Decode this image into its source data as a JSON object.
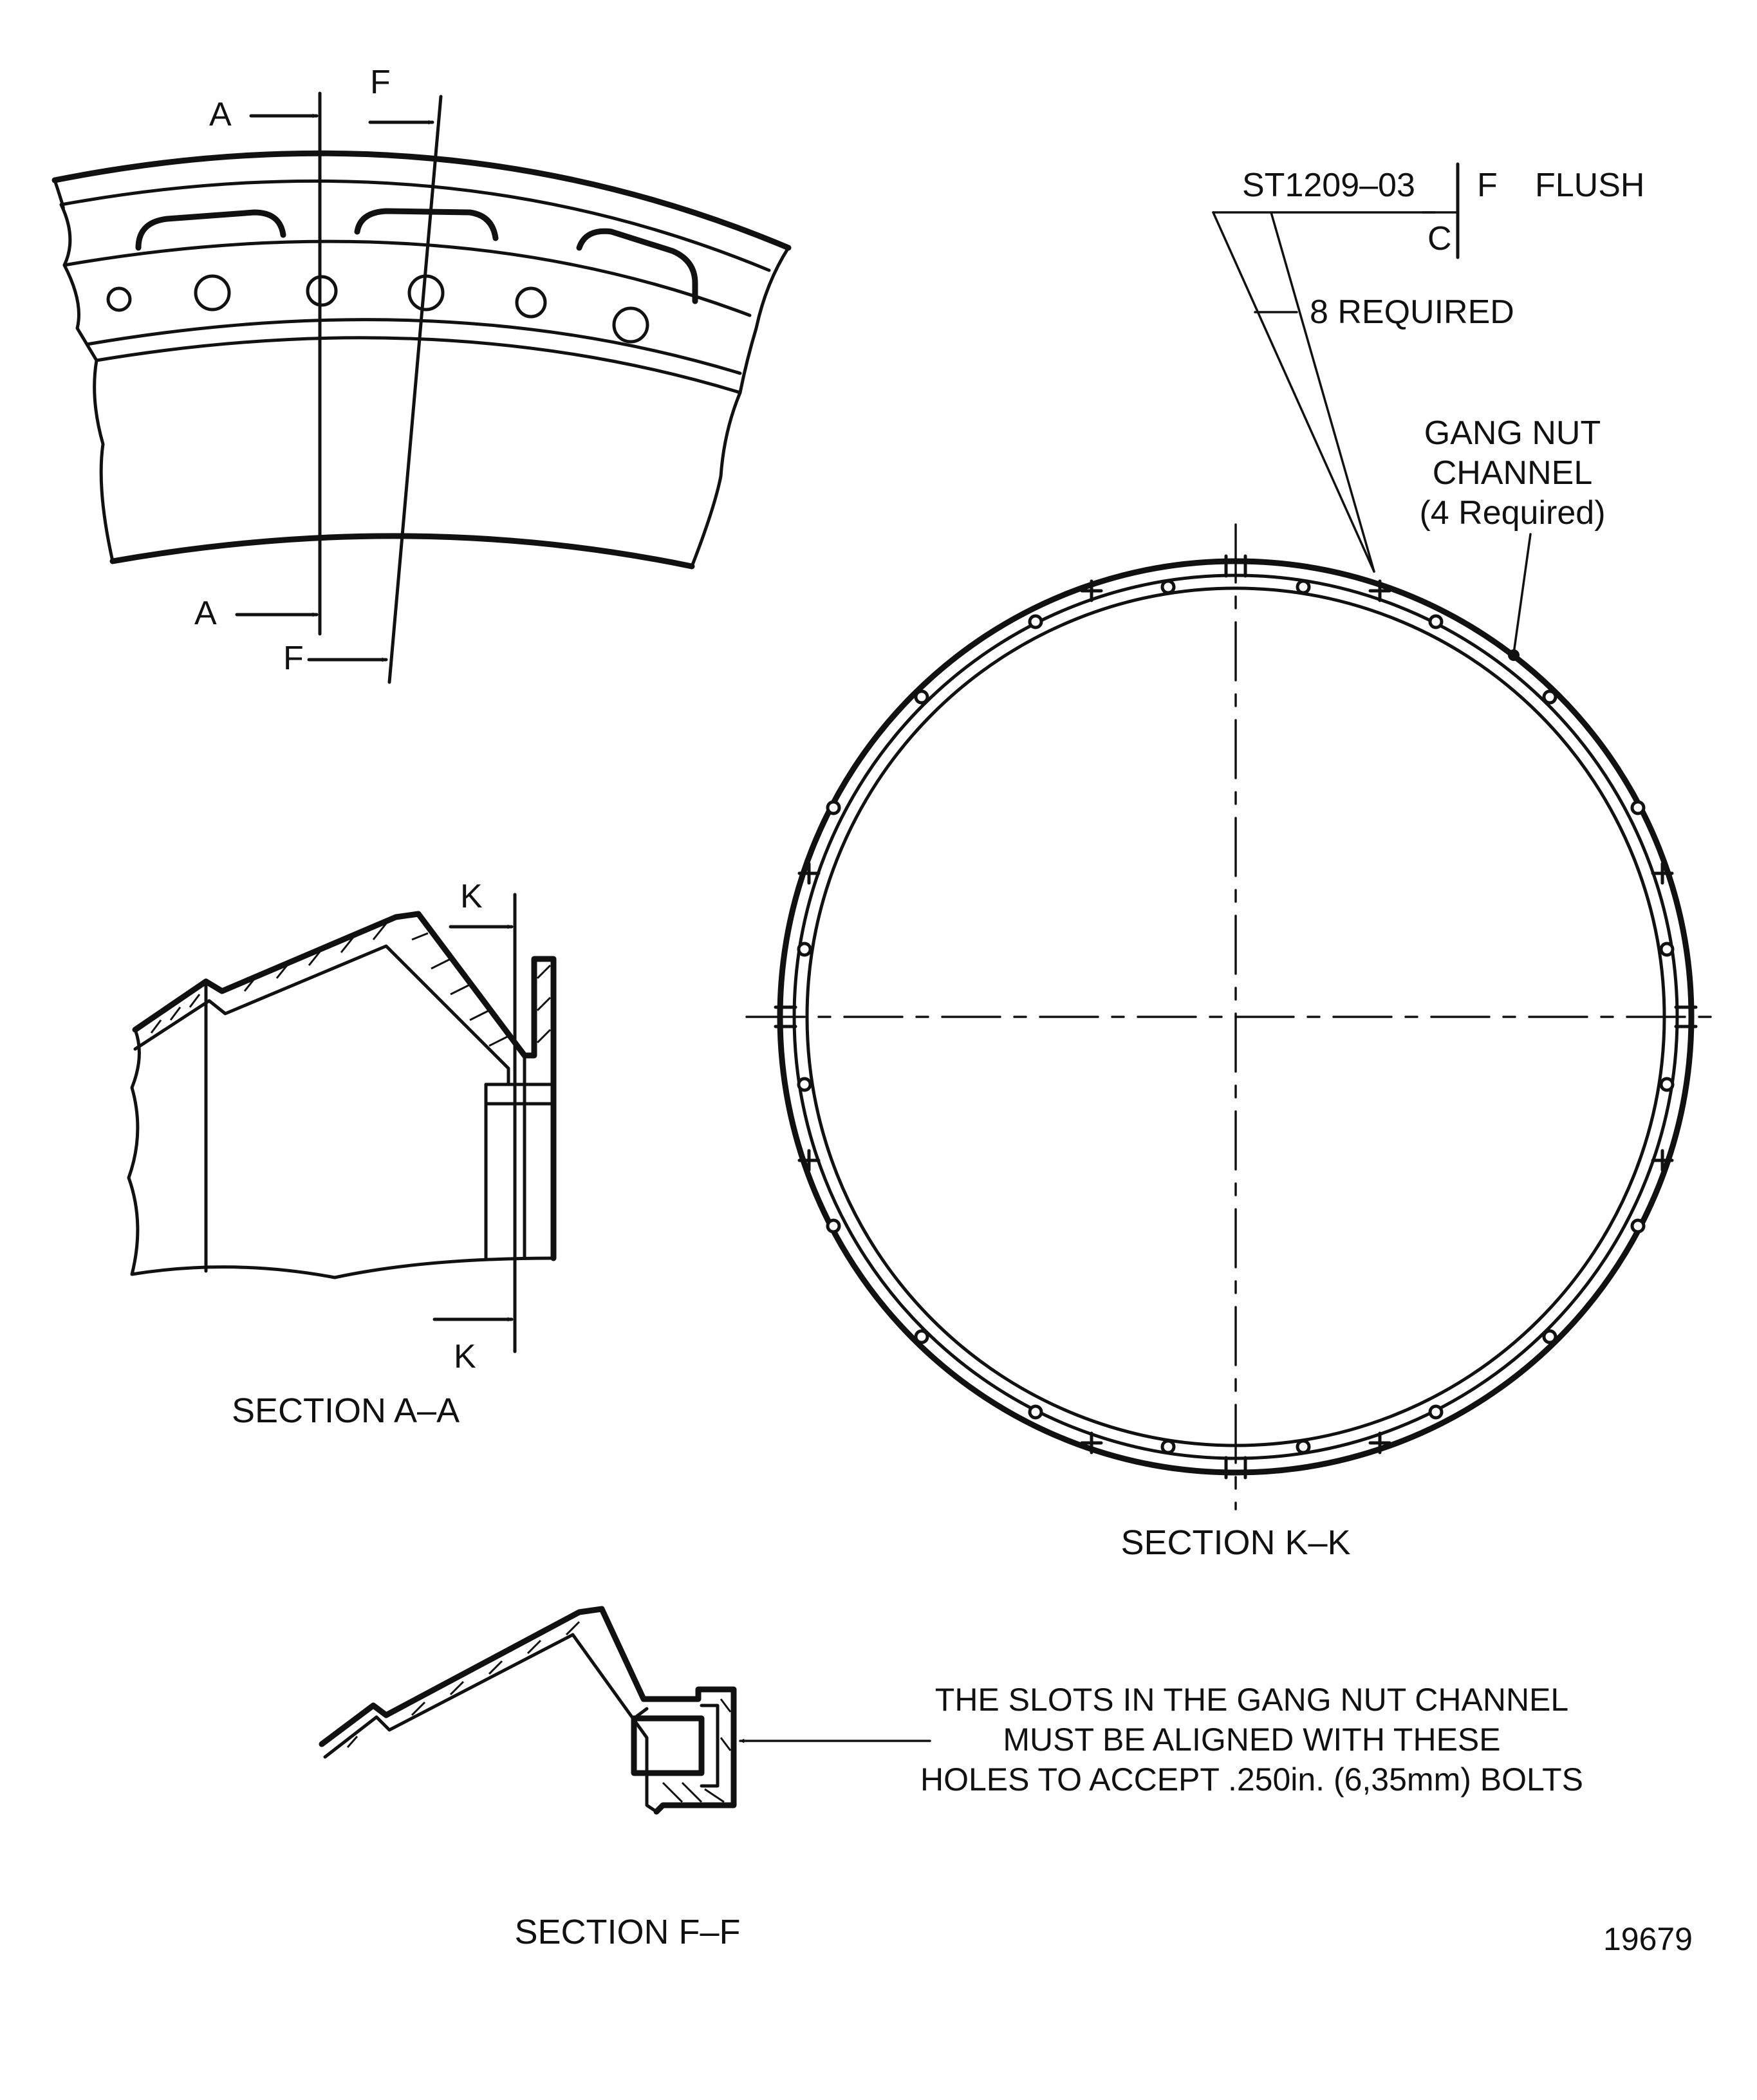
{
  "view_top": {
    "label_A_top": "A",
    "label_A_bottom": "A",
    "label_F_top": "F",
    "label_F_bottom": "F"
  },
  "section_a": {
    "title": "SECTION A–A",
    "label_K_top": "K",
    "label_K_bottom": "K"
  },
  "section_k": {
    "title": "SECTION K–K",
    "callout_part": "ST1209–03",
    "callout_f": "F",
    "callout_c": "C",
    "callout_flush": "FLUSH",
    "callout_qty": "8 REQUIRED",
    "gang_nut_line1": "GANG NUT",
    "gang_nut_line2": "CHANNEL",
    "gang_nut_line3": "(4 Required)"
  },
  "section_f": {
    "title": "SECTION F–F",
    "note_line1": "THE SLOTS IN THE GANG NUT CHANNEL",
    "note_line2": "MUST BE ALIGNED WITH THESE",
    "note_line3": "HOLES TO ACCEPT .250in. (6,35mm) BOLTS"
  },
  "figure_number": "19679"
}
